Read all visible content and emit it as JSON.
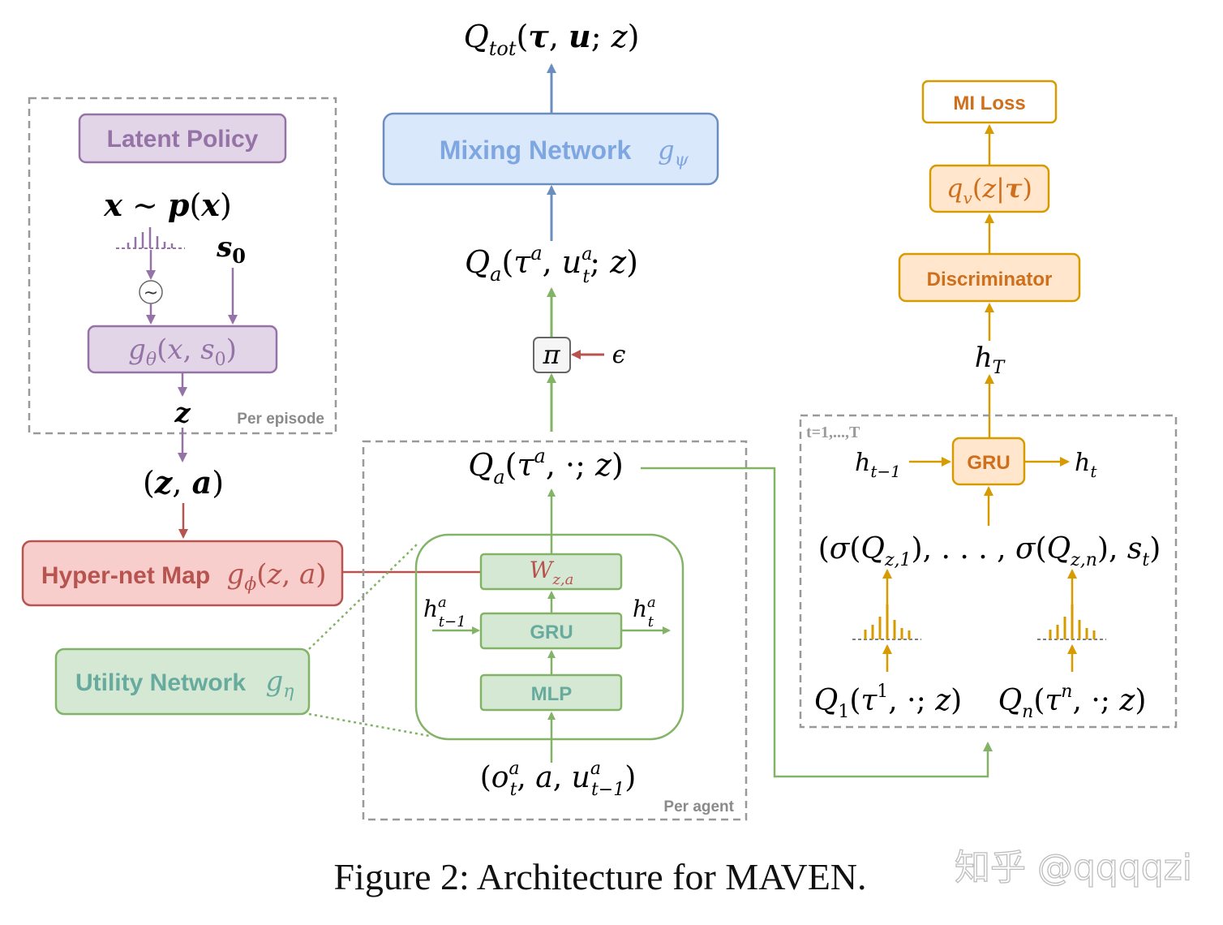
{
  "colors": {
    "purple_fill": "#e1d5e7",
    "purple_stroke": "#9673a6",
    "purple_text": "#9673a6",
    "blue_fill": "#dae8fc",
    "blue_stroke": "#6c8ebf",
    "blue_text": "#7ea6e0",
    "red_fill": "#f8cecc",
    "red_stroke": "#b85450",
    "red_text": "#b85450",
    "green_fill": "#d5e8d4",
    "green_stroke": "#82b366",
    "green_text": "#67ab9f",
    "orange_fill": "#ffe6cc",
    "orange_stroke": "#d79b00",
    "orange_text": "#d06f1b",
    "dashed_gray": "#999999"
  },
  "top_output": "Q_tot(τ, u; z)",
  "latent_panel": {
    "title": "Latent Policy",
    "prior": "x ∼ p(x)",
    "noise_symbol": "~",
    "state_input": "s0",
    "g_theta": "gθ(x, s0)",
    "z_out": "z",
    "corner_label": "Per episode"
  },
  "za_label": "(z, a)",
  "hypernet": {
    "label": "Hyper-net Map",
    "func": "gφ(z, a)"
  },
  "utility": {
    "label": "Utility Network",
    "func": "gη"
  },
  "mixing": {
    "label": "Mixing Network",
    "func": "gψ"
  },
  "agent_panel": {
    "q_out": "Qa(τa, ·; z)",
    "w_box": "Wz,a",
    "gru_box": "GRU",
    "mlp_box": "MLP",
    "h_prev": "ht−1a",
    "h_next": "hta",
    "input": "(ota, a, ut−1a)",
    "corner_label": "Per agent"
  },
  "policy": {
    "pi": "π",
    "epsilon": "ϵ",
    "q_selected": "Qa(τa, uta; z)"
  },
  "discriminator_panel": {
    "mi_loss": "MI Loss",
    "q_v": "qv(z|τ)",
    "discriminator": "Discriminator",
    "h_T": "hT",
    "loop_label": "t=1,...,T",
    "gru_box": "GRU",
    "h_prev": "ht−1",
    "h_next": "ht",
    "sigma_tuple": "(σ(Qz,1), . . . , σ(Qz,n), st)",
    "q1": "Q1(τ1, ·; z)",
    "qn": "Qn(τn, ·; z)"
  },
  "caption": "Figure 2: Architecture for MAVEN.",
  "watermark": "知乎 @qqqqzi"
}
